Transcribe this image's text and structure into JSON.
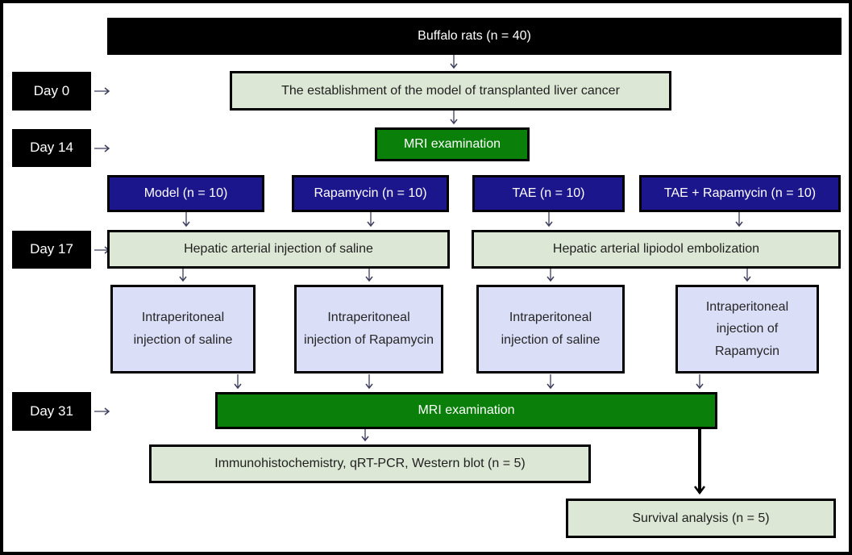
{
  "figure": {
    "type": "experimental-design-flowchart"
  },
  "colors": {
    "black_box": "#000000",
    "pale_green_box": "#dce8d5",
    "green_box": "#0a800a",
    "navy_box": "#1c168c",
    "lavender_box": "#dadef7",
    "thin_arrow": "#3d3d5e",
    "thick_arrow": "#000000",
    "border": "#000000"
  },
  "timeline": [
    {
      "label": "Day 0"
    },
    {
      "label": "Day 14"
    },
    {
      "label": "Day 17"
    },
    {
      "label": "Day 31"
    }
  ],
  "nodes": {
    "buffalo_rats": "Buffalo rats (n = 40)",
    "establishment": "The establishment of the model of transplanted liver cancer",
    "mri_day14": "MRI examination",
    "group_model": "Model (n = 10)",
    "group_rapamycin": "Rapamycin (n = 10)",
    "group_tae": "TAE (n = 10)",
    "group_tae_rapamycin": "TAE + Rapamycin (n = 10)",
    "hepatic_saline": "Hepatic arterial injection of saline",
    "hepatic_lipiodol": "Hepatic arterial lipiodol embolization",
    "ip_saline_model": "Intraperitoneal injection of saline",
    "ip_rapamycin_rapa": "Intraperitoneal injection of Rapamycin",
    "ip_saline_tae": "Intraperitoneal injection of saline",
    "ip_rapamycin_taerap": "Intraperitoneal injection of Rapamycin",
    "mri_day31": "MRI examination",
    "endpoint_pathology": "Immunohistochemistry, qRT-PCR, Western blot (n = 5)",
    "endpoint_survival": "Survival analysis (n = 5)"
  }
}
